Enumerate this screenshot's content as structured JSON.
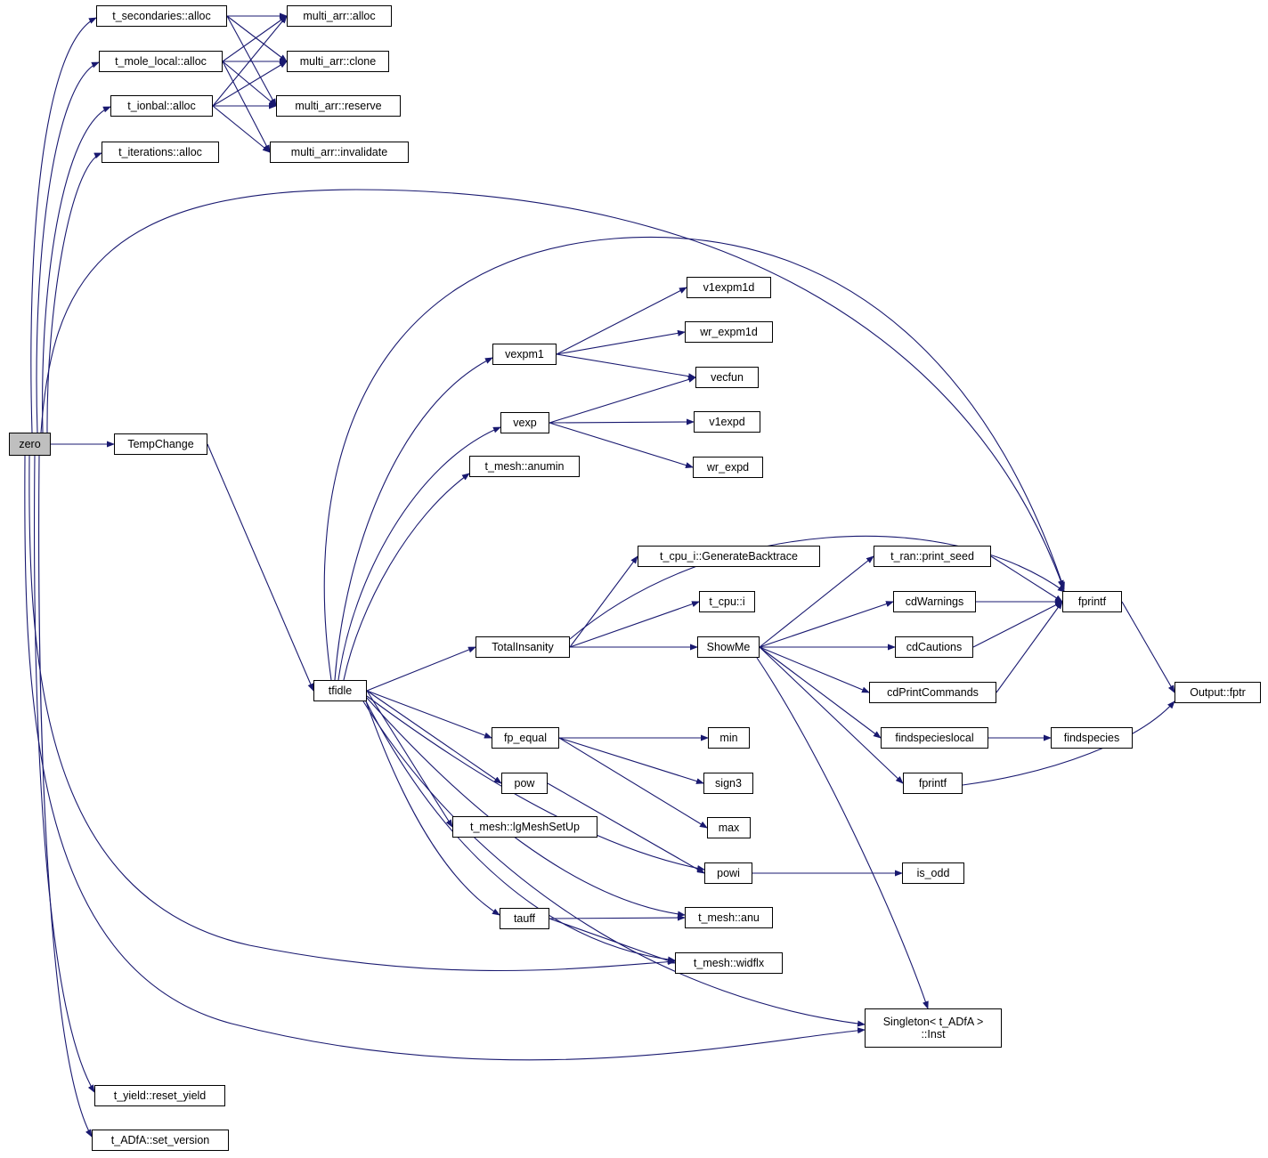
{
  "diagram": {
    "type": "call-graph",
    "focal_node": "zero",
    "edge_color": "#191970",
    "node_fill": "#ffffff",
    "focal_fill": "#bfbfbf",
    "node_border_color": "#000000"
  },
  "nodes": [
    {
      "id": "zero",
      "label": "zero",
      "focal": true
    },
    {
      "id": "t_secondaries_alloc",
      "label": "t_secondaries::alloc"
    },
    {
      "id": "t_mole_local_alloc",
      "label": "t_mole_local::alloc"
    },
    {
      "id": "t_ionbal_alloc",
      "label": "t_ionbal::alloc"
    },
    {
      "id": "t_iterations_alloc",
      "label": "t_iterations::alloc"
    },
    {
      "id": "multi_arr_alloc",
      "label": "multi_arr::alloc"
    },
    {
      "id": "multi_arr_clone",
      "label": "multi_arr::clone"
    },
    {
      "id": "multi_arr_reserve",
      "label": "multi_arr::reserve"
    },
    {
      "id": "multi_arr_invalidate",
      "label": "multi_arr::invalidate"
    },
    {
      "id": "TempChange",
      "label": "TempChange"
    },
    {
      "id": "tfidle",
      "label": "tfidle"
    },
    {
      "id": "vexpm1",
      "label": "vexpm1"
    },
    {
      "id": "v1expm1d",
      "label": "v1expm1d"
    },
    {
      "id": "wr_expm1d",
      "label": "wr_expm1d"
    },
    {
      "id": "vecfun",
      "label": "vecfun"
    },
    {
      "id": "vexp",
      "label": "vexp"
    },
    {
      "id": "v1expd",
      "label": "v1expd"
    },
    {
      "id": "wr_expd",
      "label": "wr_expd"
    },
    {
      "id": "t_mesh_anumin",
      "label": "t_mesh::anumin"
    },
    {
      "id": "TotalInsanity",
      "label": "TotalInsanity"
    },
    {
      "id": "t_cpu_i_GenerateBacktrace",
      "label": "t_cpu_i::GenerateBacktrace"
    },
    {
      "id": "t_cpu_i",
      "label": "t_cpu::i"
    },
    {
      "id": "ShowMe",
      "label": "ShowMe"
    },
    {
      "id": "t_ran_print_seed",
      "label": "t_ran::print_seed"
    },
    {
      "id": "cdWarnings",
      "label": "cdWarnings"
    },
    {
      "id": "cdCautions",
      "label": "cdCautions"
    },
    {
      "id": "cdPrintCommands",
      "label": "cdPrintCommands"
    },
    {
      "id": "fprintf_a",
      "label": "fprintf"
    },
    {
      "id": "fprintf_b",
      "label": "fprintf"
    },
    {
      "id": "output_fptr",
      "label": "Output::fptr"
    },
    {
      "id": "fp_equal",
      "label": "fp_equal"
    },
    {
      "id": "min",
      "label": "min"
    },
    {
      "id": "sign3",
      "label": "sign3"
    },
    {
      "id": "max",
      "label": "max"
    },
    {
      "id": "findspecieslocal",
      "label": "findspecieslocal"
    },
    {
      "id": "findspecies",
      "label": "findspecies"
    },
    {
      "id": "pow",
      "label": "pow"
    },
    {
      "id": "t_mesh_lgMeshSetUp",
      "label": "t_mesh::lgMeshSetUp"
    },
    {
      "id": "powi",
      "label": "powi"
    },
    {
      "id": "is_odd",
      "label": "is_odd"
    },
    {
      "id": "tauff",
      "label": "tauff"
    },
    {
      "id": "t_mesh_anu",
      "label": "t_mesh::anu"
    },
    {
      "id": "t_mesh_widflx",
      "label": "t_mesh::widflx"
    },
    {
      "id": "singleton_inst",
      "label": "Singleton< t_ADfA >\n::Inst"
    },
    {
      "id": "t_yield_reset_yield",
      "label": "t_yield::reset_yield"
    },
    {
      "id": "t_adfa_set_version",
      "label": "t_ADfA::set_version"
    }
  ],
  "edges": [
    {
      "from": "zero",
      "to": "t_secondaries_alloc"
    },
    {
      "from": "zero",
      "to": "t_mole_local_alloc"
    },
    {
      "from": "zero",
      "to": "t_ionbal_alloc"
    },
    {
      "from": "zero",
      "to": "t_iterations_alloc"
    },
    {
      "from": "zero",
      "to": "TempChange"
    },
    {
      "from": "zero",
      "to": "fprintf_a"
    },
    {
      "from": "zero",
      "to": "singleton_inst"
    },
    {
      "from": "zero",
      "to": "t_mesh_widflx"
    },
    {
      "from": "zero",
      "to": "t_yield_reset_yield"
    },
    {
      "from": "zero",
      "to": "t_adfa_set_version"
    },
    {
      "from": "t_secondaries_alloc",
      "to": "multi_arr_alloc"
    },
    {
      "from": "t_secondaries_alloc",
      "to": "multi_arr_clone"
    },
    {
      "from": "t_secondaries_alloc",
      "to": "multi_arr_reserve"
    },
    {
      "from": "t_mole_local_alloc",
      "to": "multi_arr_alloc"
    },
    {
      "from": "t_mole_local_alloc",
      "to": "multi_arr_clone"
    },
    {
      "from": "t_mole_local_alloc",
      "to": "multi_arr_reserve"
    },
    {
      "from": "t_mole_local_alloc",
      "to": "multi_arr_invalidate"
    },
    {
      "from": "t_ionbal_alloc",
      "to": "multi_arr_alloc"
    },
    {
      "from": "t_ionbal_alloc",
      "to": "multi_arr_clone"
    },
    {
      "from": "t_ionbal_alloc",
      "to": "multi_arr_reserve"
    },
    {
      "from": "t_ionbal_alloc",
      "to": "multi_arr_invalidate"
    },
    {
      "from": "TempChange",
      "to": "tfidle"
    },
    {
      "from": "tfidle",
      "to": "vexpm1"
    },
    {
      "from": "tfidle",
      "to": "vexp"
    },
    {
      "from": "tfidle",
      "to": "t_mesh_anumin"
    },
    {
      "from": "tfidle",
      "to": "TotalInsanity"
    },
    {
      "from": "tfidle",
      "to": "fp_equal"
    },
    {
      "from": "tfidle",
      "to": "pow"
    },
    {
      "from": "tfidle",
      "to": "t_mesh_lgMeshSetUp"
    },
    {
      "from": "tfidle",
      "to": "powi"
    },
    {
      "from": "tfidle",
      "to": "tauff"
    },
    {
      "from": "tfidle",
      "to": "t_mesh_anu"
    },
    {
      "from": "tfidle",
      "to": "t_mesh_widflx"
    },
    {
      "from": "tfidle",
      "to": "fprintf_a"
    },
    {
      "from": "tfidle",
      "to": "singleton_inst"
    },
    {
      "from": "vexpm1",
      "to": "v1expm1d"
    },
    {
      "from": "vexpm1",
      "to": "wr_expm1d"
    },
    {
      "from": "vexpm1",
      "to": "vecfun"
    },
    {
      "from": "vexp",
      "to": "vecfun"
    },
    {
      "from": "vexp",
      "to": "v1expd"
    },
    {
      "from": "vexp",
      "to": "wr_expd"
    },
    {
      "from": "TotalInsanity",
      "to": "t_cpu_i_GenerateBacktrace"
    },
    {
      "from": "TotalInsanity",
      "to": "t_cpu_i"
    },
    {
      "from": "TotalInsanity",
      "to": "ShowMe"
    },
    {
      "from": "TotalInsanity",
      "to": "fprintf_a"
    },
    {
      "from": "ShowMe",
      "to": "t_ran_print_seed"
    },
    {
      "from": "ShowMe",
      "to": "cdWarnings"
    },
    {
      "from": "ShowMe",
      "to": "cdCautions"
    },
    {
      "from": "ShowMe",
      "to": "cdPrintCommands"
    },
    {
      "from": "ShowMe",
      "to": "findspecieslocal"
    },
    {
      "from": "ShowMe",
      "to": "fprintf_b"
    },
    {
      "from": "ShowMe",
      "to": "singleton_inst"
    },
    {
      "from": "t_ran_print_seed",
      "to": "fprintf_a"
    },
    {
      "from": "cdWarnings",
      "to": "fprintf_a"
    },
    {
      "from": "cdCautions",
      "to": "fprintf_a"
    },
    {
      "from": "cdPrintCommands",
      "to": "fprintf_a"
    },
    {
      "from": "fprintf_a",
      "to": "output_fptr"
    },
    {
      "from": "fprintf_b",
      "to": "output_fptr"
    },
    {
      "from": "findspecieslocal",
      "to": "findspecies"
    },
    {
      "from": "fp_equal",
      "to": "min"
    },
    {
      "from": "fp_equal",
      "to": "sign3"
    },
    {
      "from": "fp_equal",
      "to": "max"
    },
    {
      "from": "pow",
      "to": "powi"
    },
    {
      "from": "powi",
      "to": "is_odd"
    },
    {
      "from": "tauff",
      "to": "t_mesh_anu"
    },
    {
      "from": "tauff",
      "to": "t_mesh_widflx"
    }
  ]
}
